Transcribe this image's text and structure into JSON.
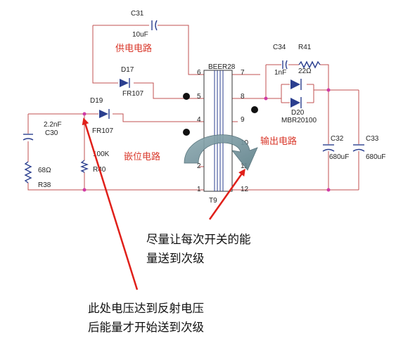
{
  "components": {
    "c31": {
      "ref": "C31",
      "value": "10uF"
    },
    "d17": {
      "ref": "D17",
      "value": "FR107"
    },
    "d19": {
      "ref": "D19",
      "value": "FR107"
    },
    "c30": {
      "ref": "C30",
      "value": "2.2nF"
    },
    "r38": {
      "ref": "R38",
      "value": "68Ω"
    },
    "r40": {
      "ref": "R40",
      "value": "100K"
    },
    "c34": {
      "ref": "C34",
      "value": "1nF"
    },
    "r41": {
      "ref": "R41",
      "value": "22Ω"
    },
    "d20": {
      "ref": "D20",
      "value": "MBR20100"
    },
    "c32": {
      "ref": "C32",
      "value": "680uF"
    },
    "c33": {
      "ref": "C33",
      "value": "680uF"
    },
    "transformer": {
      "ref": "T9",
      "name": "BEER28"
    }
  },
  "pins": [
    "6",
    "5",
    "4",
    "2",
    "1",
    "7",
    "8",
    "9",
    "10",
    "11",
    "12"
  ],
  "sections": {
    "supply": "供电电路",
    "clamp": "嵌位电路",
    "output": "输出电路"
  },
  "notes": {
    "right_line1": "尽量让每次开关的能",
    "right_line2": "量送到次级",
    "left_line1": "此处电压达到反射电压",
    "left_line2": "后能量才开始送到次级"
  },
  "colors": {
    "wire": "#c05050",
    "label_red": "#d9382b",
    "diode_blue": "#2b3f8f",
    "arrow_fill": "#6f8f98",
    "pointer_red": "#e0201a"
  }
}
